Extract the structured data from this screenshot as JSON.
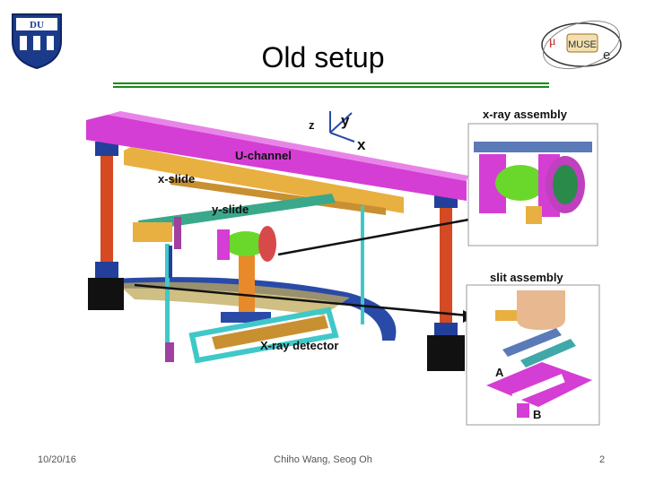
{
  "slide": {
    "title": "Old setup",
    "rule_color": "#1a8a1a",
    "footer": {
      "date": "10/20/16",
      "authors": "Chiho Wang, Seog Oh",
      "page": "2"
    }
  },
  "logos": {
    "left": {
      "icon": "university-shield-logo",
      "text": "DU"
    },
    "right": {
      "icon": "muse-experiment-logo",
      "mu": "μ",
      "text": "MUSE",
      "e": "e"
    }
  },
  "diagram": {
    "axis_labels": {
      "z": "z",
      "y": "y",
      "x": "x"
    },
    "labels": {
      "u_channel": "U-channel",
      "x_slide": "x-slide",
      "y_slide": "y-slide",
      "xray_detector": "X-ray detector",
      "xray_assembly": "x-ray assembly",
      "slit_assembly": "slit assembly",
      "point_a": "A",
      "point_b": "B"
    },
    "colors": {
      "u_channel": "#d43ed4",
      "slide": "#e8b040",
      "post": "#d44a22",
      "bracket": "#22409a",
      "yslide_rail": "#3aa88a",
      "detector_frame": "#40c8c8",
      "detector_bar": "#c89030",
      "xray_cylinder": "#6ad82a",
      "foot": "#111111",
      "curved_arm": "#2a4aa8"
    }
  }
}
